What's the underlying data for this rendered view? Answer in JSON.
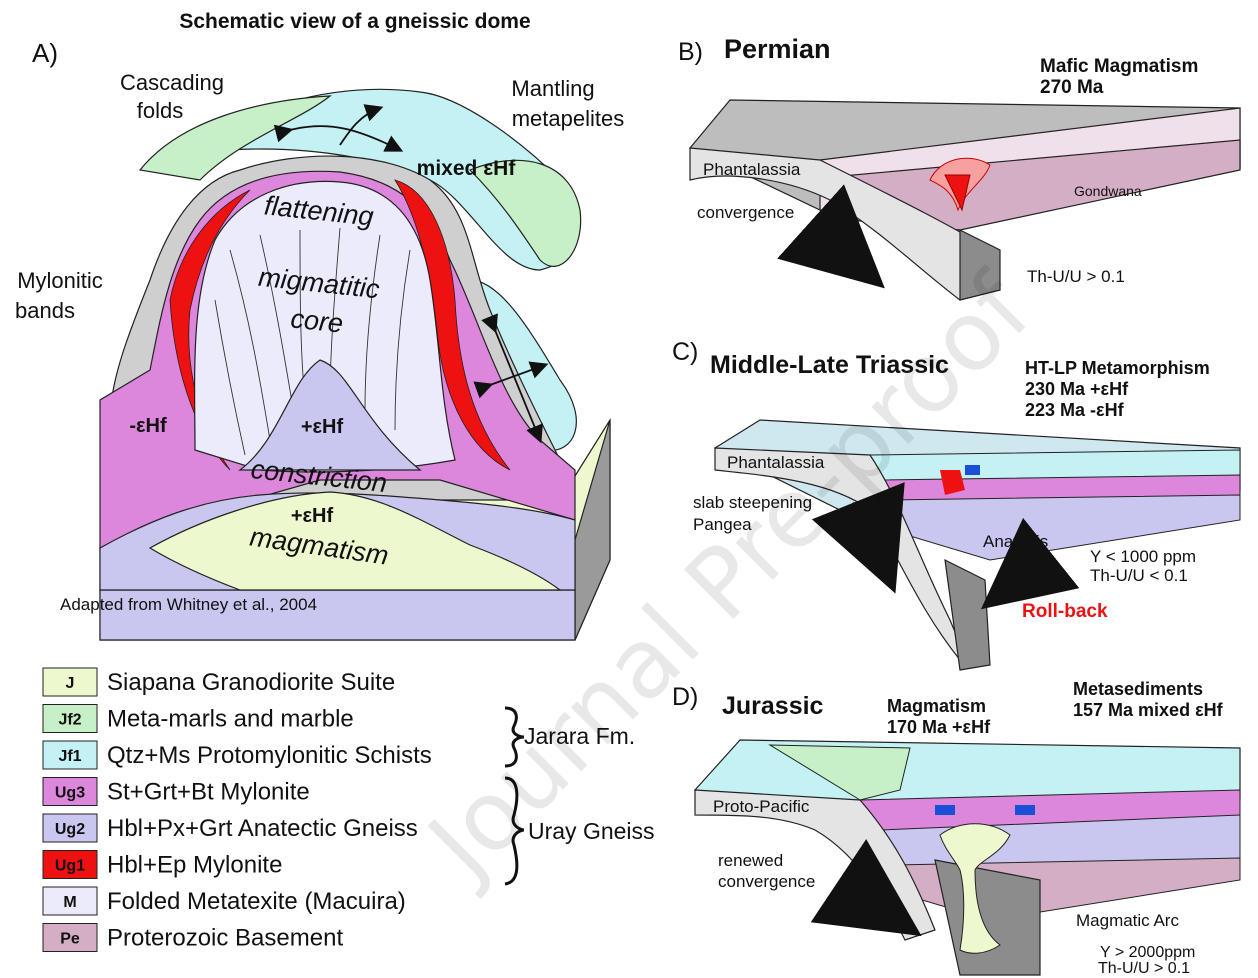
{
  "panelA": {
    "title": "Schematic view of a gneissic dome",
    "letter": "A)",
    "labels": {
      "cascading1": "Cascading",
      "cascading2": "folds",
      "mantling1": "Mantling",
      "mantling2": "metapelites",
      "mylonitic1": "Mylonitic",
      "mylonitic2": "bands",
      "mixed": "mixed εHf",
      "flattening": "flattening",
      "migmatitic": "migmatitic",
      "core": "core",
      "neg_ehf": "-εHf",
      "pos_ehf_core": "+εHf",
      "constriction": "constriction",
      "pos_ehf_mag": "+εHf",
      "magmatism": "magmatism"
    },
    "credit": "Adapted from Whitney et al., 2004"
  },
  "legend": {
    "items": [
      {
        "code": "J",
        "label": "Siapana Granodiorite Suite",
        "color": "#eef8cf"
      },
      {
        "code": "Jf2",
        "label": "Meta-marls and marble",
        "color": "#c8f0c8"
      },
      {
        "code": "Jf1",
        "label": "Qtz+Ms Protomylonitic  Schists",
        "color": "#c4f1f4"
      },
      {
        "code": "Ug3",
        "label": "St+Grt+Bt Mylonite",
        "color": "#dc86dc"
      },
      {
        "code": "Ug2",
        "label": "Hbl+Px+Grt Anatectic Gneiss",
        "color": "#c9c7ef"
      },
      {
        "code": "Ug1",
        "label": "Hbl+Ep Mylonite",
        "color": "#ee1111"
      },
      {
        "code": "M",
        "label": "Folded Metatexite (Macuira)",
        "color": "#ecebfb"
      },
      {
        "code": "Pe",
        "label": "Proterozoic Basement",
        "color": "#d4aec4"
      }
    ],
    "groups": {
      "jarara": "Jarara Fm.",
      "uray": "Uray Gneiss"
    }
  },
  "panelB": {
    "letter": "B)",
    "title": "Permian",
    "event1": "Mafic Magmatism",
    "event2": "270 Ma",
    "phantalassia": "Phantalassia",
    "convergence": "convergence",
    "gondwana": "Gondwana",
    "ratio": "Th-U/U > 0.1"
  },
  "panelC": {
    "letter": "C)",
    "title": "Middle-Late Triassic",
    "event1": "HT-LP Metamorphism",
    "event2": "230 Ma  +εHf",
    "event3": "223 Ma  -εHf",
    "phantalassia": "Phantalassia",
    "slab1": "slab steepening",
    "slab2": "Pangea",
    "anatexis": "Anatexis",
    "y": "Y < 1000 ppm",
    "ratio": "Th-U/U < 0.1",
    "rollback": "Roll-back"
  },
  "panelD": {
    "letter": "D)",
    "title": "Jurassic",
    "mag1": "Magmatism",
    "mag2": "170 Ma  +εHf",
    "met1": "Metasediments",
    "met2": "157 Ma  mixed εHf",
    "protopacific": "Proto-Pacific",
    "renewed1": "renewed",
    "renewed2": "convergence",
    "arc": "Magmatic Arc",
    "y": "Y > 2000ppm",
    "ratio": "Th-U/U  > 0.1"
  },
  "watermark": "Journal Pre-proof",
  "colors": {
    "grey": "#d4d4d4",
    "darkgrey": "#8c8c8c",
    "arrow": "#333333",
    "red": "#ee1111"
  }
}
